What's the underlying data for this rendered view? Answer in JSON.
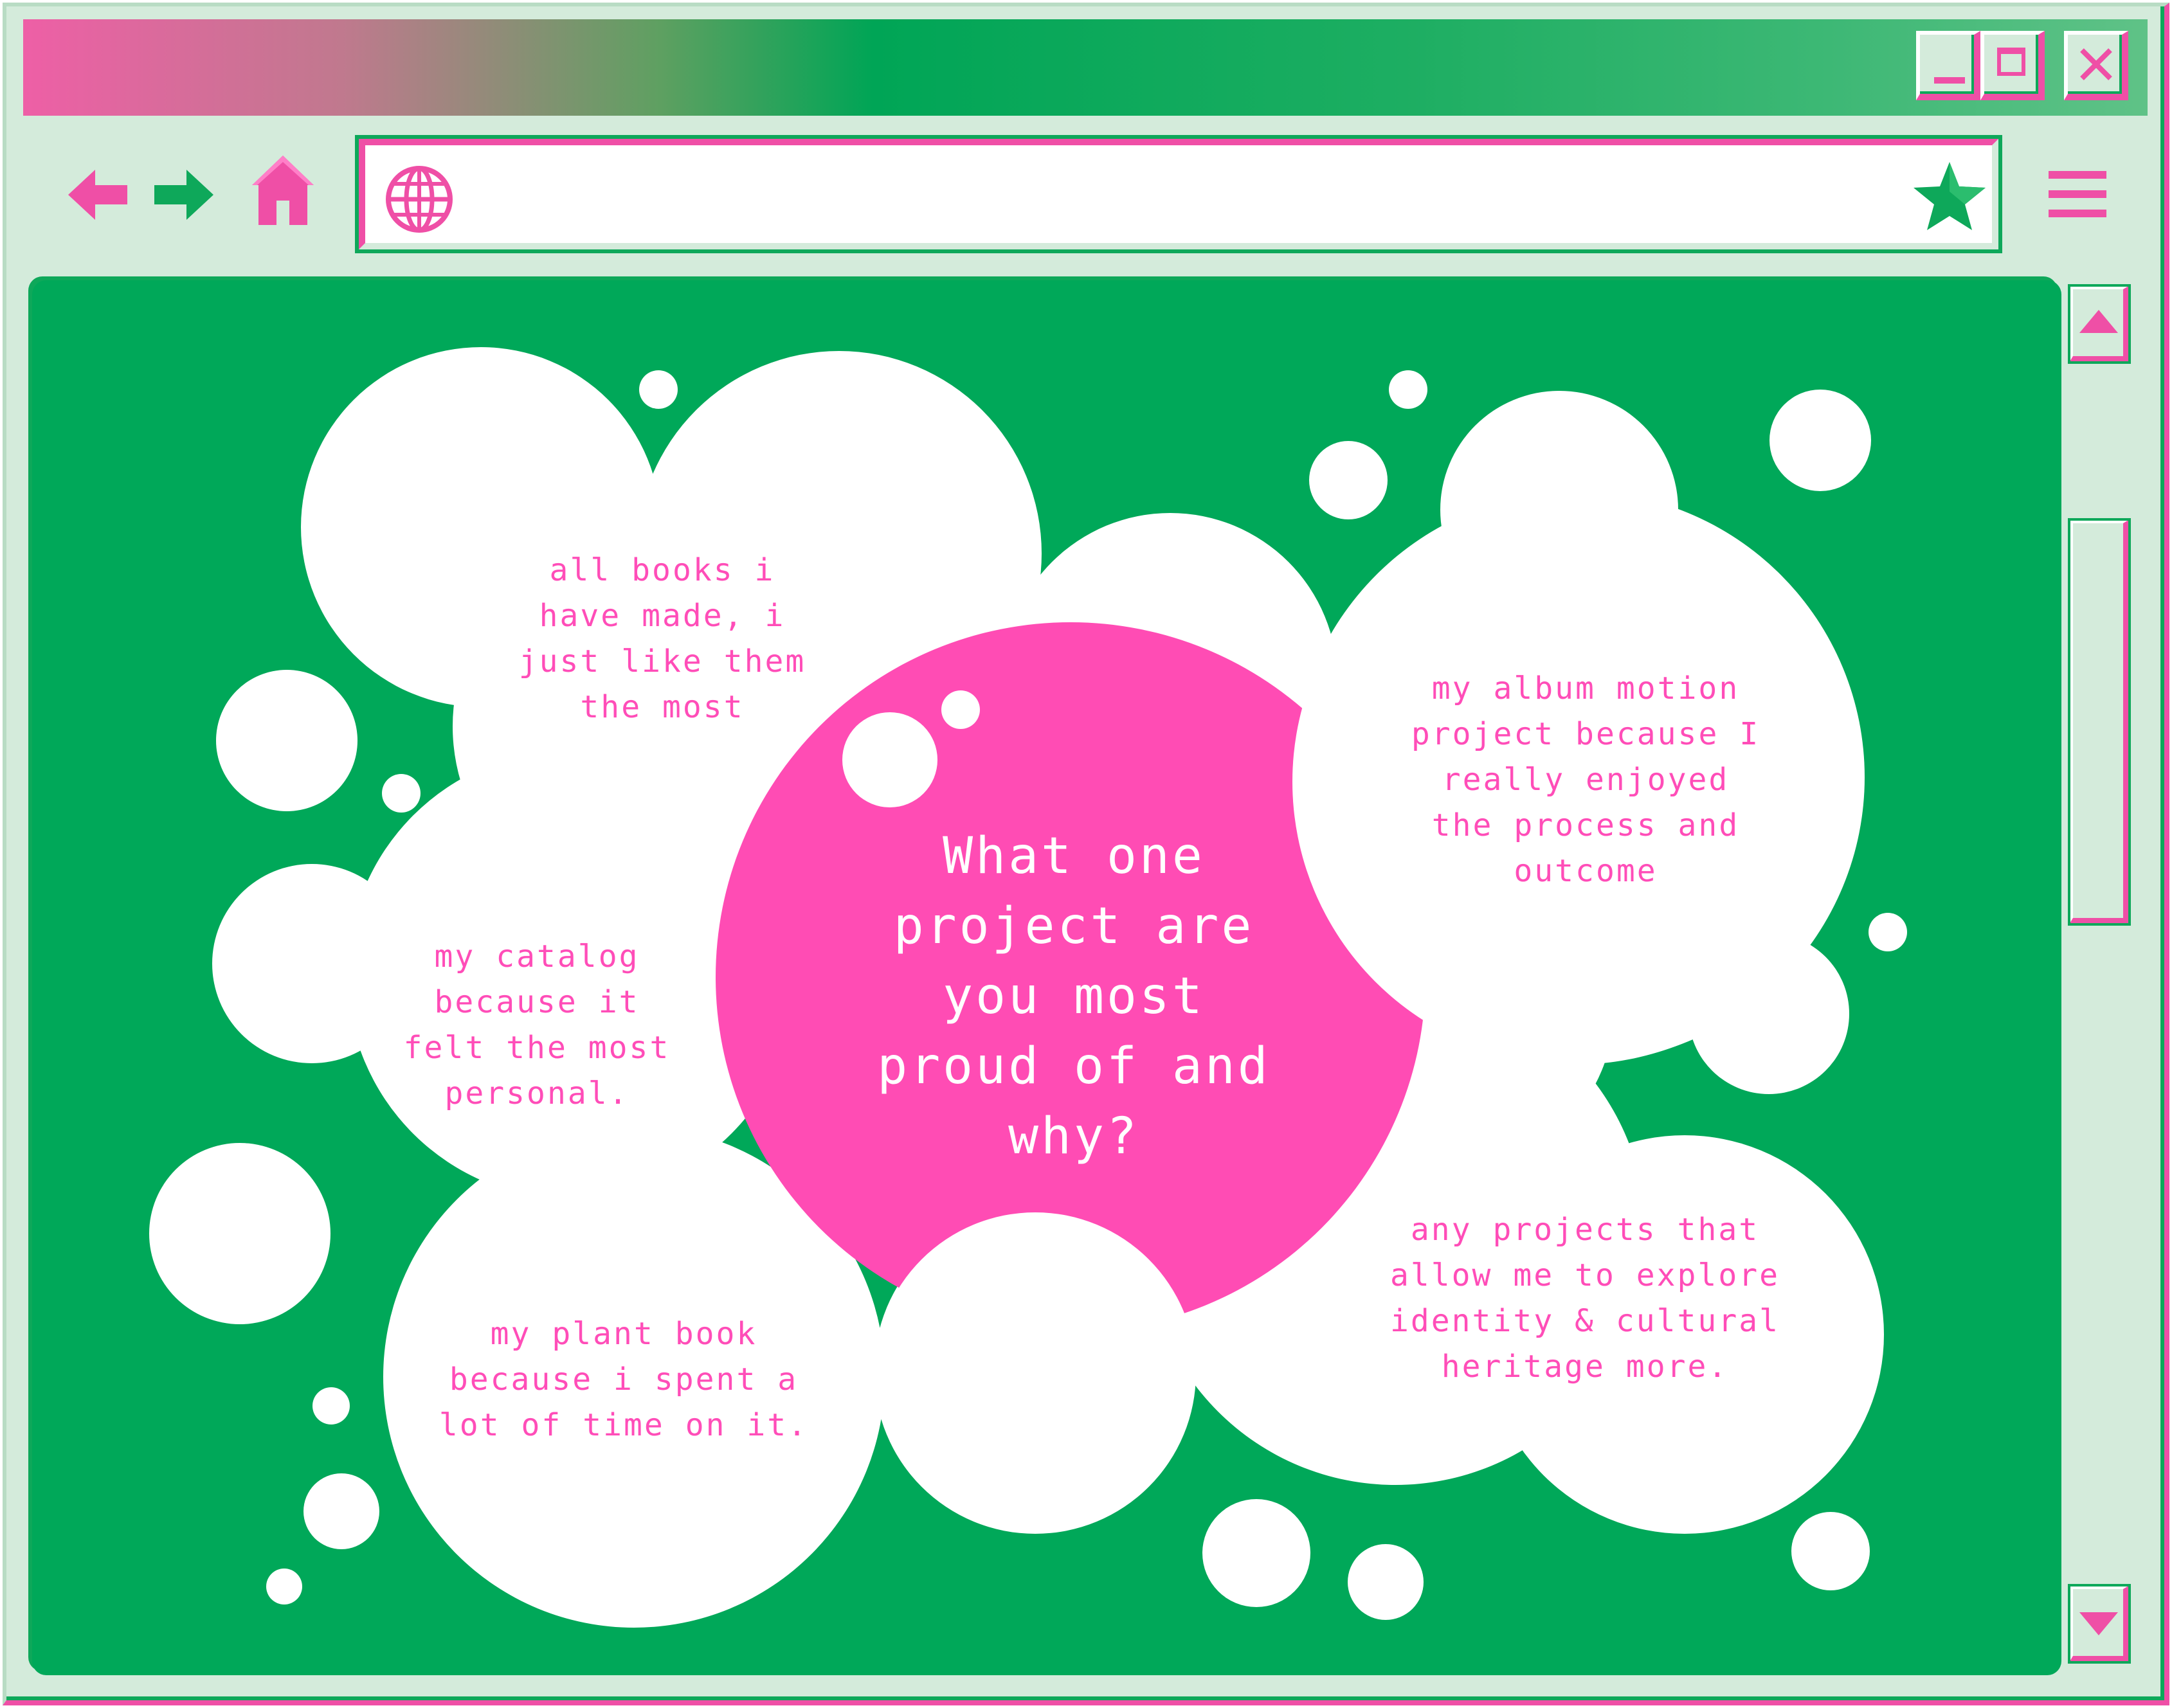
{
  "window": {
    "controls": [
      "minimize",
      "maximize",
      "close"
    ]
  },
  "toolbar": {
    "back_icon": "arrow-left-icon",
    "forward_icon": "arrow-right-icon",
    "home_icon": "home-icon",
    "url_icon": "globe-icon",
    "url_value": "",
    "bookmark_icon": "star-icon",
    "menu_icon": "hamburger-menu-icon"
  },
  "colors": {
    "pink": "#ff4cb4",
    "green": "#00a859",
    "pale_green": "#d4ebdb",
    "white": "#ffffff"
  },
  "main": {
    "question": "What one\nproject are\nyou most\nproud of and\nwhy?",
    "answers": [
      {
        "id": "books",
        "text": "all books i\nhave made, i\njust like them\nthe most"
      },
      {
        "id": "album",
        "text": "my album motion\nproject because I\nreally enjoyed\nthe process and\noutcome"
      },
      {
        "id": "catalog",
        "text": "my catalog\nbecause it\nfelt the most\npersonal."
      },
      {
        "id": "plant",
        "text": "my plant book\nbecause i spent a\nlot of time on it."
      },
      {
        "id": "identity",
        "text": "any projects that\nallow me to explore\nidentity & cultural\nheritage more."
      }
    ]
  }
}
